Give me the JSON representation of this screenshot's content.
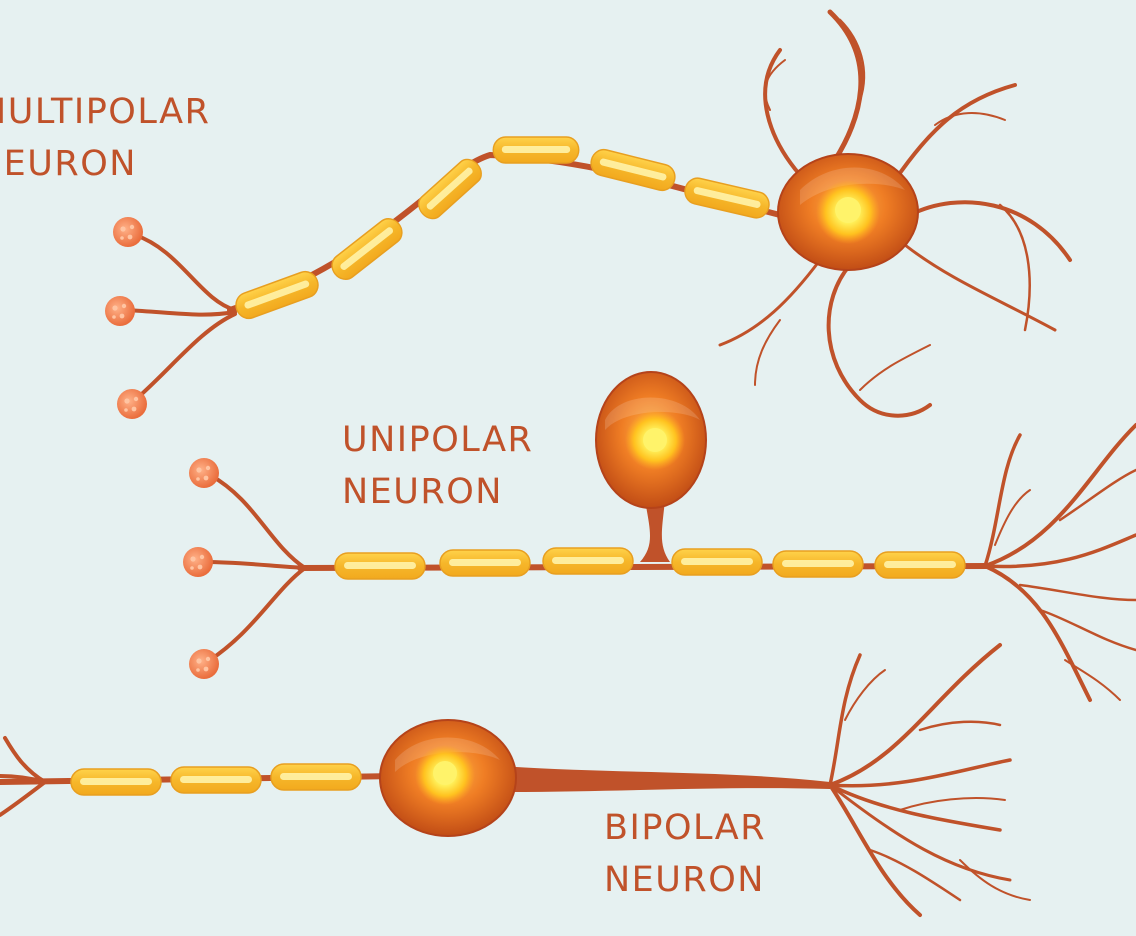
{
  "labels": {
    "multipolar": {
      "line1": "MULTIPOLAR",
      "line2": "NEURON"
    },
    "unipolar": {
      "line1": "UNIPOLAR",
      "line2": "NEURON"
    },
    "bipolar": {
      "line1": "BIPOLAR",
      "line2": "NEURON"
    }
  },
  "colors": {
    "background": "#e6f1f1",
    "label_text": "#c0522a",
    "axon": "#c0522a",
    "myelin": "#f6c239",
    "myelin_highlight": "#fff3a8",
    "cell_body": "#d9601e",
    "nucleus": "#ffe033",
    "terminal": "#f08a55"
  }
}
